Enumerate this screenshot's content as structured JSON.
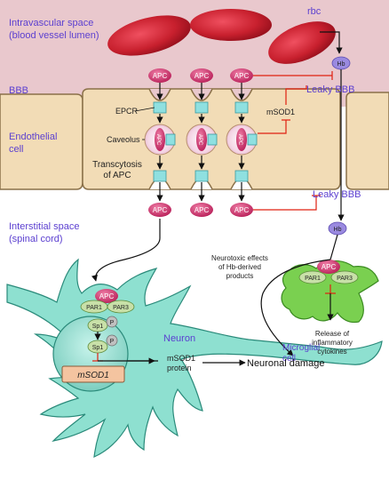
{
  "regions": {
    "intravascular": [
      "Intravascular space",
      "(blood vessel lumen)"
    ],
    "bbb": "BBB",
    "endothelial": [
      "Endothelial",
      "cell"
    ],
    "interstitial": [
      "Interstitial space",
      "(spinal cord)"
    ]
  },
  "labels": {
    "rbc": "rbc",
    "hb": "Hb",
    "apc": "APC",
    "leaky_bbb": "Leaky BBB",
    "epcr": "EPCR",
    "caveolus": "Caveolus",
    "transcytosis": [
      "Transcytosis",
      "of APC"
    ],
    "msod1": "mSOD1",
    "par1": "PAR1",
    "par3": "PAR3",
    "sp1": "Sp1",
    "p": "P",
    "neuron": "Neuron",
    "msod1_gene": "mSOD1",
    "msod1_protein": [
      "mSOD1",
      "protein"
    ],
    "neuronal_damage": "Neuronal damage",
    "neurotoxic": [
      "Neurotoxic effects",
      "of Hb-derived",
      "products"
    ],
    "microglial": [
      "Microglial",
      "cell"
    ],
    "release": [
      "Release of",
      "inflammatory",
      "cytokines"
    ]
  },
  "colors": {
    "vessel_bg": "#e8c8cc",
    "endothelium": "#f2dcb6",
    "endothelium_edge": "#8a7048",
    "rbc": "#c8202e",
    "apc": "#d0306a",
    "epcr": "#8fe0e0",
    "neuron": "#8ee0d0",
    "neuron_edge": "#2a8a7a",
    "microglia": "#7ad050",
    "purple_text": "#5b3fd0",
    "inhibit_red": "#e02010"
  }
}
